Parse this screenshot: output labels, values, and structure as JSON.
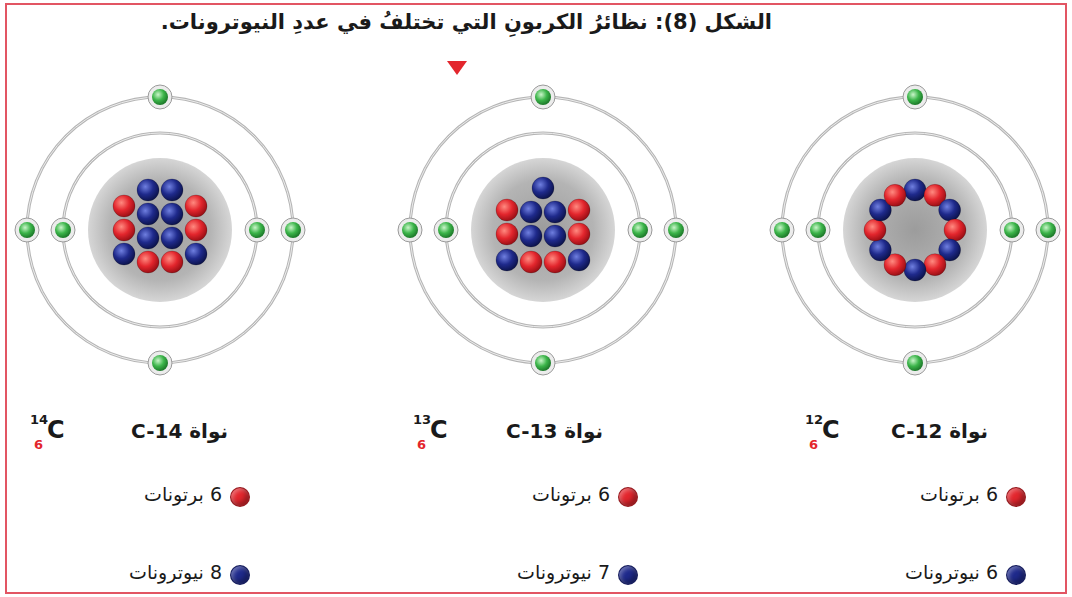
{
  "diagram": {
    "title": "الشكل (8): نظائرُ الكربونِ التي تختلفُ في عددِ النيوترونات.",
    "labels": [
      "نواة C-12",
      "12",
      "6",
      "C",
      "نواة C-13",
      "13",
      "6",
      "C",
      "نواة C-14",
      "14",
      "6",
      "C"
    ],
    "legend": [
      {
        "text": "6 برتونات",
        "color": "#e3262d"
      },
      {
        "text": "6 نيوترونات",
        "color": "#1f2a8c"
      },
      {
        "text": "6 برتونات",
        "color": "#e3262d"
      },
      {
        "text": "7 نيوترونات",
        "color": "#1f2a8c"
      },
      {
        "text": "6 برتونات",
        "color": "#e3262d"
      },
      {
        "text": "8 نيوترونات",
        "color": "#1f2a8c"
      }
    ]
  }
}
